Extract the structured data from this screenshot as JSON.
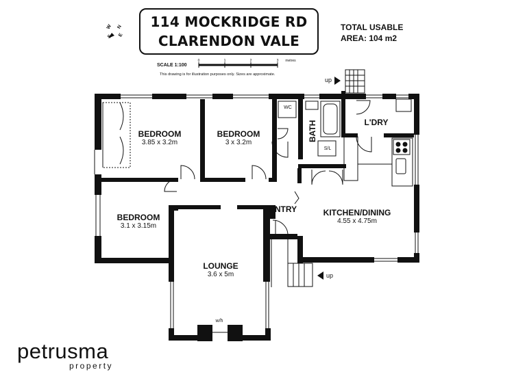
{
  "title": {
    "line1": "114 MOCKRIDGE RD",
    "line2": "CLARENDON VALE"
  },
  "area": {
    "line1": "TOTAL USABLE",
    "line2": "AREA: 104 m2"
  },
  "scale": {
    "label": "SCALE 1:100",
    "ticks": [
      "0",
      "1",
      "2",
      "3"
    ],
    "unit": "metres",
    "disclaimer": "This drawing is for illustration purposes only. Sizes are approximate."
  },
  "compass": {
    "n": "N",
    "s": "S",
    "e": "E",
    "w": "W"
  },
  "rooms": {
    "bedroom1": {
      "name": "BEDROOM",
      "dims": "3.85 x 3.2m"
    },
    "bedroom2": {
      "name": "BEDROOM",
      "dims": "3 x 3.2m"
    },
    "bedroom3": {
      "name": "BEDROOM",
      "dims": "3.1 x 3.15m"
    },
    "lounge": {
      "name": "LOUNGE",
      "dims": "3.6 x 5m"
    },
    "kitchen": {
      "name": "KITCHEN/DINING",
      "dims": "4.55 x 4.75m"
    },
    "entry": {
      "name": "ENTRY"
    },
    "laundry": {
      "name": "L'DRY"
    },
    "bath": {
      "name": "BATH"
    },
    "wc": {
      "name": "WC"
    },
    "sl": {
      "name": "S/L"
    },
    "wh": {
      "name": "w/h"
    }
  },
  "stairs": {
    "up_top": "up",
    "up_bottom": "up"
  },
  "brand": {
    "name": "petrusma",
    "sub": "property"
  }
}
